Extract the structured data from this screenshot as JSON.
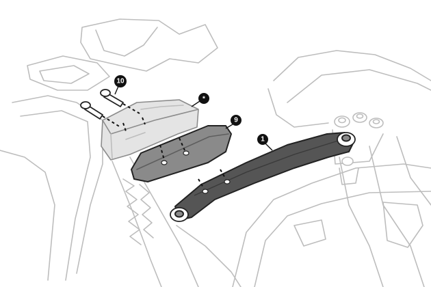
{
  "callouts": {
    "bracket": {
      "label": "1"
    },
    "plate": {
      "label": "9"
    },
    "bolts": {
      "label": "10"
    },
    "housing": {
      "label": "*"
    }
  },
  "colors": {
    "part_dark": "#555555",
    "part_mid": "#8a8a8a",
    "ghost_outline": "#bdbdbd",
    "callout": "#111111"
  }
}
